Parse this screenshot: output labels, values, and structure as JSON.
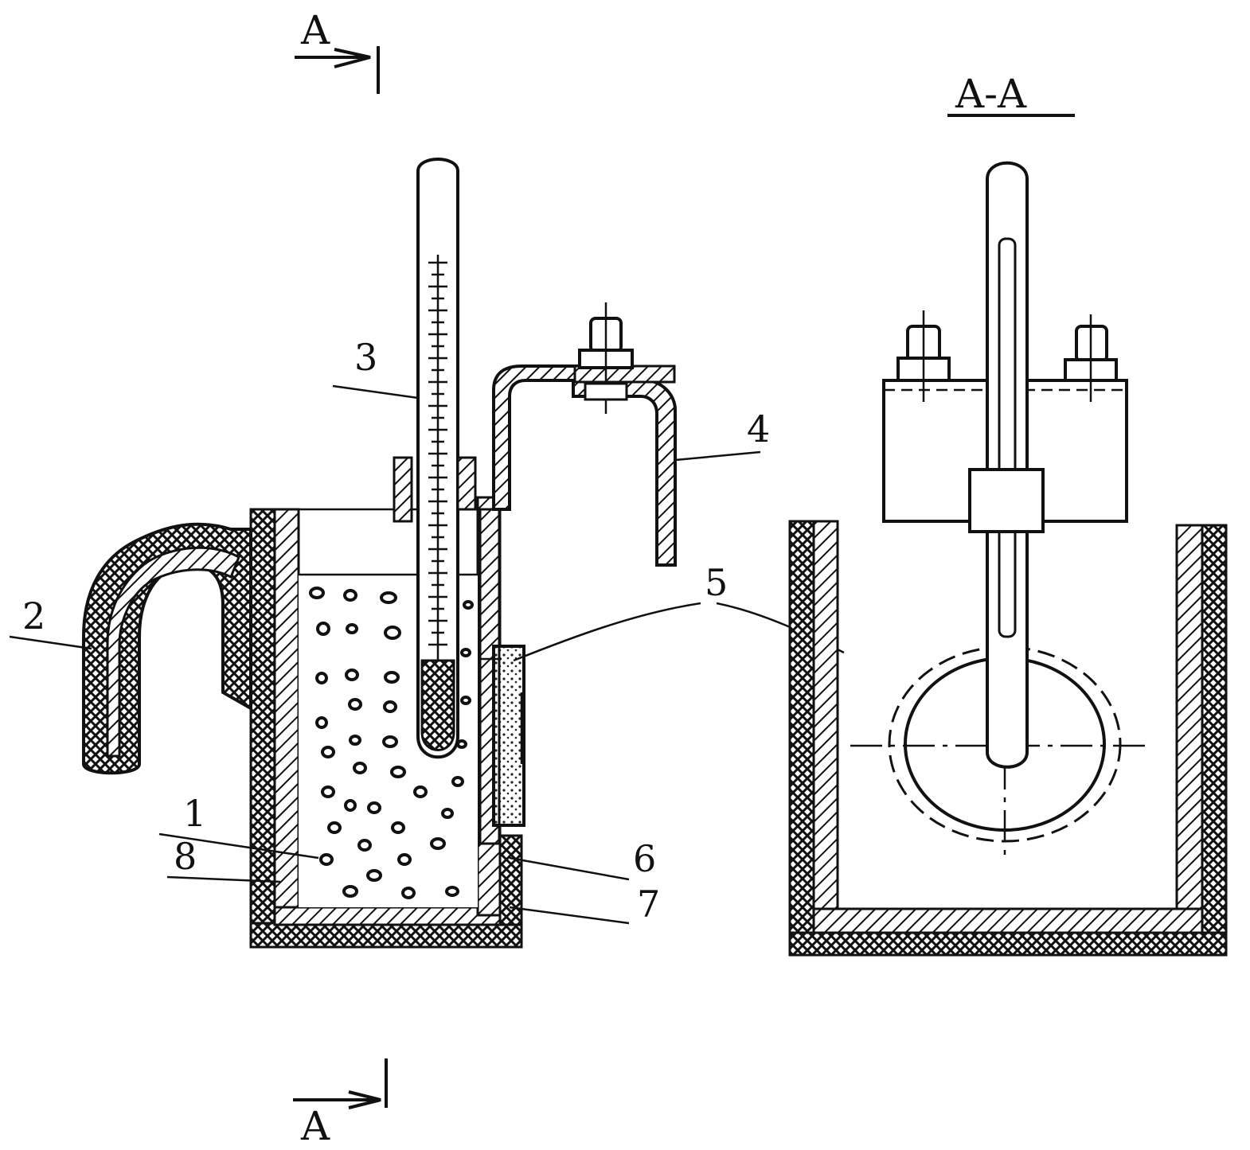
{
  "section_marks": {
    "top": "A",
    "bottom": "A",
    "section_title": "A-A"
  },
  "part_labels": {
    "p1": "1",
    "p2": "2",
    "p3": "3",
    "p4": "4",
    "p5": "5",
    "p6": "6",
    "p7": "7",
    "p8": "8"
  }
}
